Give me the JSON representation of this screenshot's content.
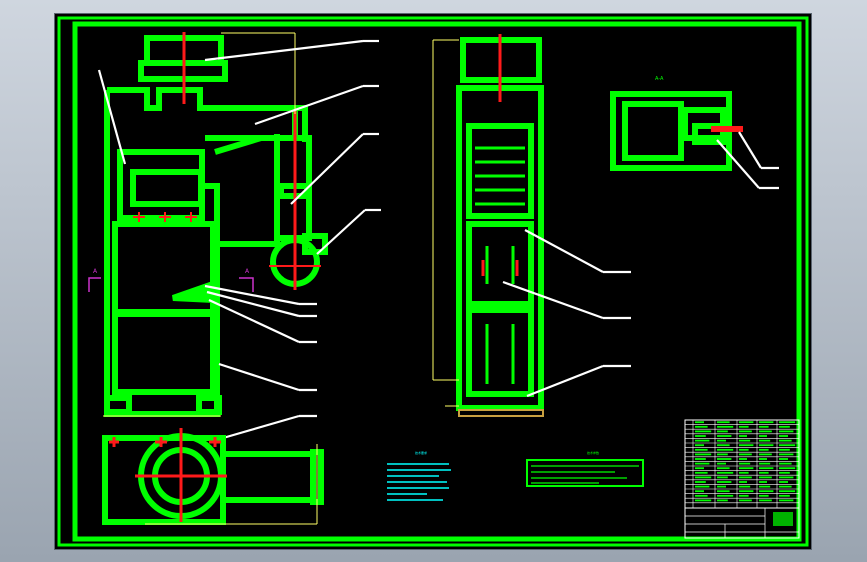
{
  "colors": {
    "background": "#000000",
    "outline": "#00ff00",
    "leader": "#ffffff",
    "centerline": "#ff1a1a",
    "dimension": "#ffff66",
    "notes": "#00ffff",
    "section_marker": "#cc33cc",
    "base_plate": "#c8a040"
  },
  "drawing": {
    "section_label": "A-A",
    "section_marker_left": "A",
    "section_marker_right": "A",
    "notes_title": "技术要求",
    "spec_table_title": "技术参数"
  }
}
